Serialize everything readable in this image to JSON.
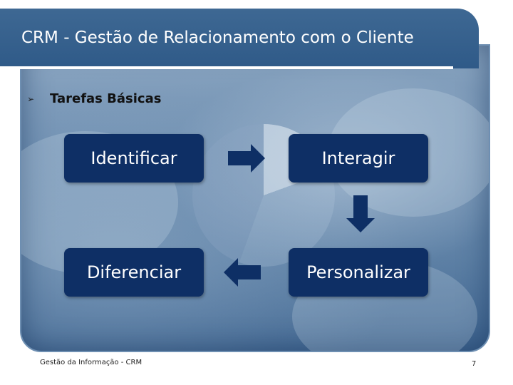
{
  "header": {
    "title": "CRM - Gestão de Relacionamento com o Cliente"
  },
  "bullet": {
    "icon": "arrowhead-bullet-icon",
    "text": "Tarefas Básicas"
  },
  "tasks": [
    {
      "label": "Identificar"
    },
    {
      "label": "Interagir"
    },
    {
      "label": "Personalizar"
    },
    {
      "label": "Diferenciar"
    }
  ],
  "footer": {
    "left": "Gestão da Informação - CRM",
    "page": "7"
  },
  "colors": {
    "header": "#2f5a88",
    "task_box": "#0e2f65",
    "arrow": "#0e2f65"
  }
}
